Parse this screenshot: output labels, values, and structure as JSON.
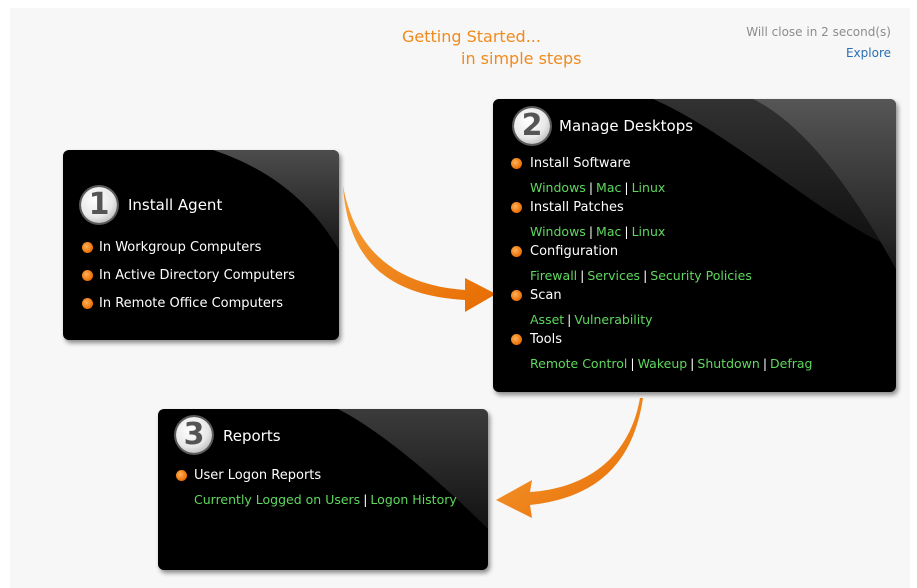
{
  "header": {
    "title_line1": "Getting Started...",
    "title_line2": "in simple steps",
    "close_notice": "Will close in 2 second(s)",
    "explore_label": "Explore"
  },
  "colors": {
    "accent_orange": "#f08a1c",
    "link_green": "#5fd85f",
    "link_blue": "#2a6fb4",
    "panel_bg": "#000000"
  },
  "steps": {
    "s1": {
      "number": "1",
      "title": "Install Agent",
      "items": [
        "In Workgroup Computers",
        "In Active Directory Computers",
        "In Remote Office Computers"
      ]
    },
    "s2": {
      "number": "2",
      "title": "Manage Desktops",
      "sections": [
        {
          "label": "Install Software",
          "links": [
            "Windows",
            "Mac",
            "Linux"
          ]
        },
        {
          "label": "Install Patches",
          "links": [
            "Windows",
            "Mac",
            "Linux"
          ]
        },
        {
          "label": "Configuration",
          "links": [
            "Firewall",
            "Services",
            "Security Policies"
          ]
        },
        {
          "label": "Scan",
          "links": [
            "Asset",
            "Vulnerability"
          ]
        },
        {
          "label": "Tools",
          "links": [
            "Remote Control",
            "Wakeup",
            "Shutdown",
            "Defrag"
          ]
        }
      ]
    },
    "s3": {
      "number": "3",
      "title": "Reports",
      "sections": [
        {
          "label": "User Logon Reports",
          "links": [
            "Currently Logged on Users",
            "Logon History"
          ]
        }
      ]
    }
  }
}
